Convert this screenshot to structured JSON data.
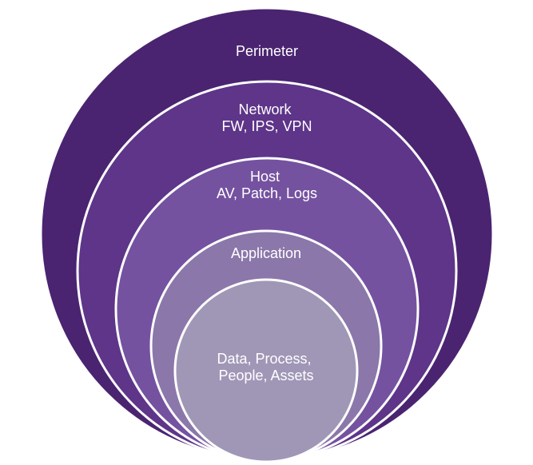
{
  "layers": [
    {
      "name": "perimeter",
      "lines": [
        "Perimeter"
      ],
      "color": "#4a2470"
    },
    {
      "name": "network",
      "lines": [
        "Network",
        "FW, IPS, VPN"
      ],
      "color": "#5e3589"
    },
    {
      "name": "host",
      "lines": [
        "Host",
        "AV, Patch, Logs"
      ],
      "color": "#7452a0"
    },
    {
      "name": "application",
      "lines": [
        "Application"
      ],
      "color": "#8b77aa"
    },
    {
      "name": "core",
      "lines": [
        "Data, Process,",
        "People, Assets"
      ],
      "color": "#a097b7"
    }
  ],
  "ring_stroke_color": "#ffffff"
}
